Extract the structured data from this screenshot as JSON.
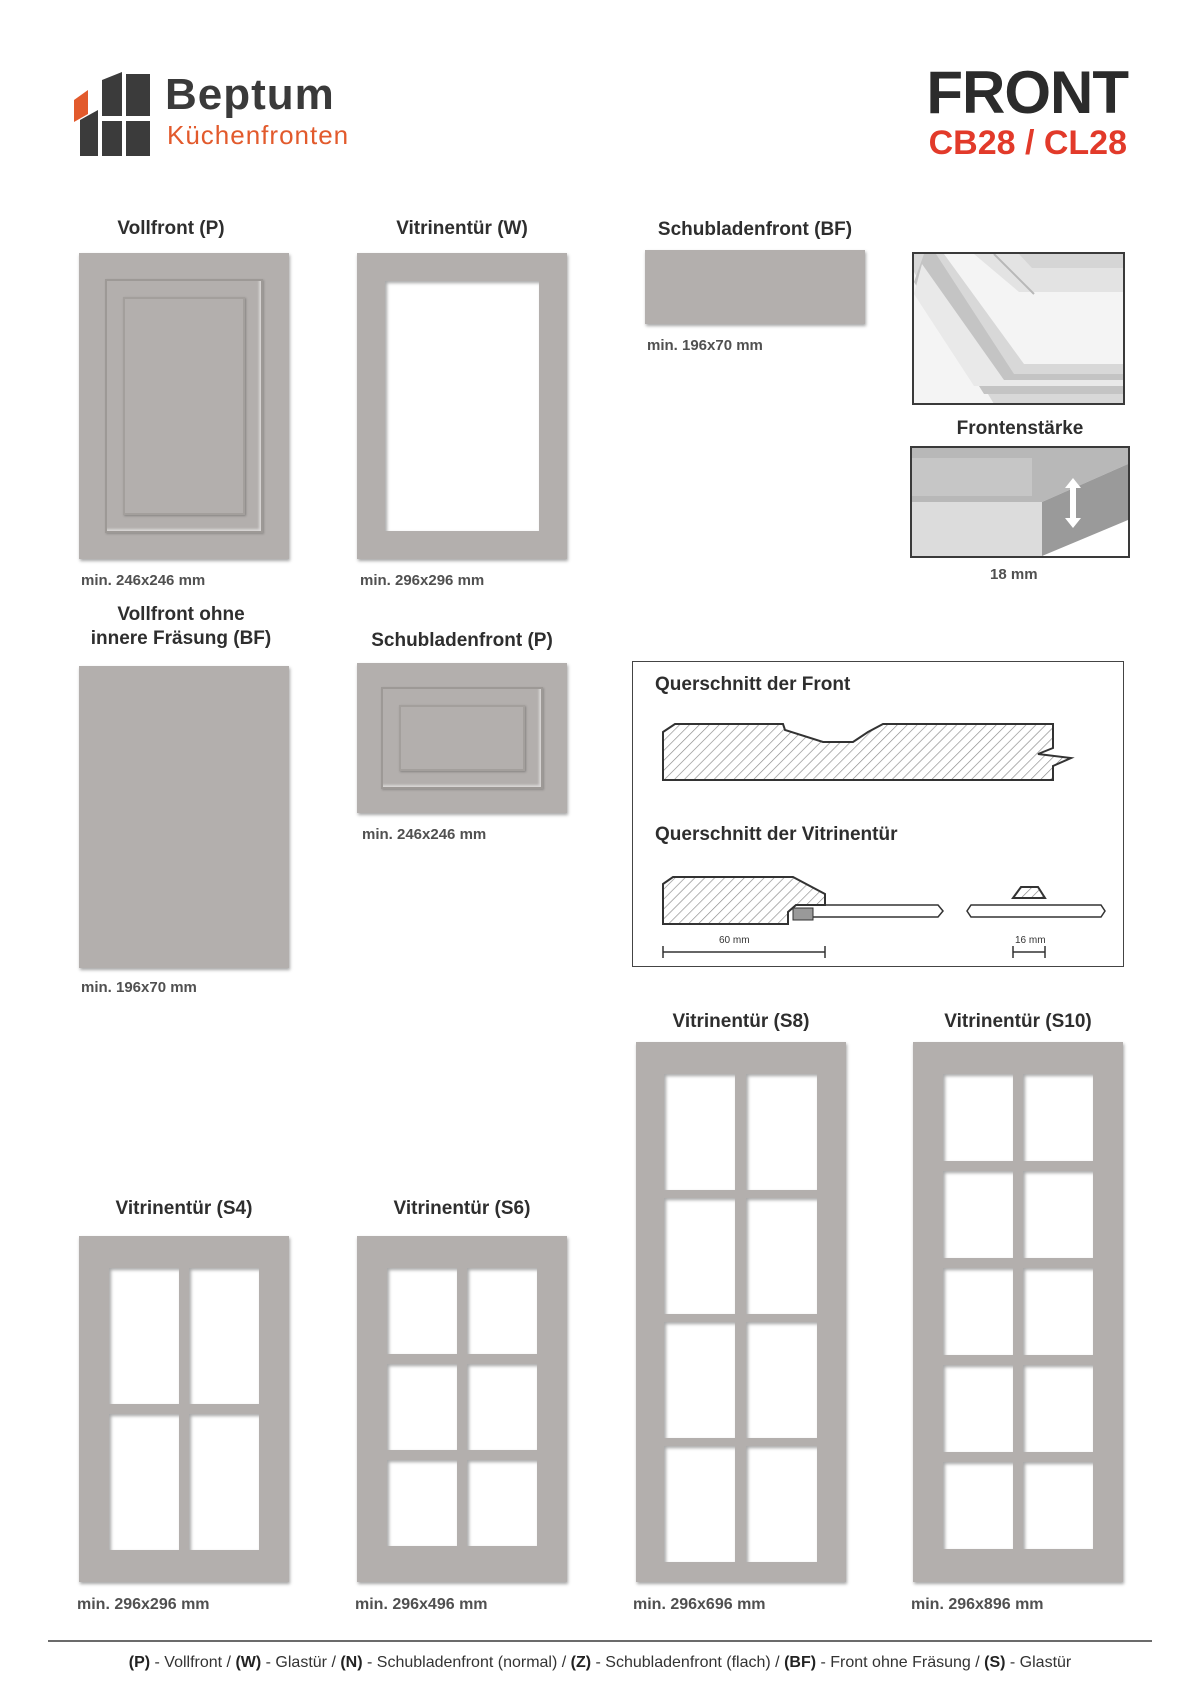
{
  "header": {
    "brand_name": "Beptum",
    "brand_sub": "Küchenfronten",
    "front_title": "FRONT",
    "front_model": "CB28 / CL28"
  },
  "items": {
    "vollfront_p": {
      "title": "Vollfront (P)",
      "dim": "min. 246x246 mm"
    },
    "vitrinentuer_w": {
      "title": "Vitrinentür (W)",
      "dim": "min. 296x296 mm"
    },
    "schubladenfront_bf": {
      "title": "Schubladenfront (BF)",
      "dim": "min. 196x70 mm"
    },
    "frontenstaerke": {
      "title": "Frontenstärke",
      "dim": "18 mm"
    },
    "vollfront_ohne_line1": "Vollfront ohne",
    "vollfront_ohne_line2": "innere Fräsung (BF)",
    "vollfront_ohne_dim": "min. 196x70 mm",
    "schubladenfront_p": {
      "title": "Schubladenfront (P)",
      "dim": "min. 246x246 mm"
    },
    "vitrinentuer_s8": {
      "title": "Vitrinentür (S8)",
      "dim": "min. 296x696 mm"
    },
    "vitrinentuer_s10": {
      "title": "Vitrinentür (S10)",
      "dim": "min. 296x896 mm"
    },
    "vitrinentuer_s4": {
      "title": "Vitrinentür (S4)",
      "dim": "min. 296x296 mm"
    },
    "vitrinentuer_s6": {
      "title": "Vitrinentür (S6)",
      "dim": "min. 296x496 mm"
    }
  },
  "cross_section": {
    "front_title": "Querschnitt der Front",
    "vitrine_title": "Querschnitt der Vitrinentür",
    "dim_60": "60 mm",
    "dim_16": "16 mm"
  },
  "footer": {
    "k1": "(P)",
    "t1": " - Vollfront / ",
    "k2": "(W)",
    "t2": " - Glastür / ",
    "k3": "(N)",
    "t3": " - Schubladenfront (normal) / ",
    "k4": "(Z)",
    "t4": " - Schubladenfront (flach) / ",
    "k5": "(BF)",
    "t5": " - Front ohne Fräsung / ",
    "k6": "(S)",
    "t6": " - Glastür"
  },
  "colors": {
    "front_gray": "#b3afad",
    "brand_orange": "#e25a2c",
    "model_red": "#e23a2a"
  }
}
